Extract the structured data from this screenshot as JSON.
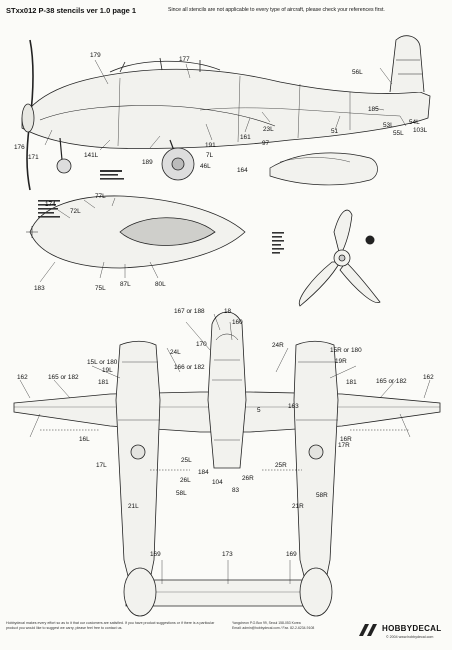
{
  "header": {
    "title": "STxx012 P-38 stencils ver 1.0 page 1",
    "note": "Since all stencils are not applicable to every type of aircraft, please check your references first."
  },
  "callouts": {
    "c179": "179",
    "c177": "177",
    "c56L": "56L",
    "c185": "185",
    "c53L": "53L",
    "c54L": "54L",
    "c103L": "103L",
    "c55L": "55L",
    "c23L": "23L",
    "c51": "51",
    "c161": "161",
    "c191": "191",
    "c97": "97",
    "c176": "176",
    "c171": "171",
    "c141L": "141L",
    "c189": "189",
    "c7L": "7L",
    "c46L": "46L",
    "c164": "164",
    "c77L": "77L",
    "c174": "174",
    "c72L": "72L",
    "c183": "183",
    "c75L": "75L",
    "c87L": "87L",
    "c80L": "80L",
    "c167or188": "167 or 188",
    "c18": "18",
    "c160": "160",
    "c170": "170",
    "c24L": "24L",
    "c24R": "24R",
    "c15Lor180": "15L or 180",
    "c15Ror180": "15R or 180",
    "c166or182": "166 or 182",
    "c162a": "162",
    "c162b": "162",
    "c165or182a": "165 or 182",
    "c165or182b": "165 or 182",
    "c19L": "19L",
    "c19R": "19R",
    "c181a": "181",
    "c181b": "181",
    "c5": "5",
    "c163": "163",
    "c16L": "16L",
    "c16R": "16R",
    "c17L": "17L",
    "c17R": "17R",
    "c25L": "25L",
    "c25R": "25R",
    "c184": "184",
    "c26L": "26L",
    "c104": "104",
    "c26R": "26R",
    "c83": "83",
    "c58L": "58L",
    "c58R": "58R",
    "c21L": "21L",
    "c21R": "21R",
    "c169a": "169",
    "c173": "173",
    "c169b": "169"
  },
  "footer": {
    "left_text": "Hobbydecal makes every effort so as to it that our customers are satisfied. If you have product suggestions or if there is a particular product you would like to suggest we carry, please feel free to contact us.",
    "address": "Yangcheon P.O.Box 99, Seoul 158-053 Korea",
    "contact": "Email: admin@hobbydecal.com / Fax. 82-2-6234-9108",
    "brand": "HOBBYDECAL",
    "copyright": "© 2004 www.hobbydecal.com"
  },
  "icons": {
    "brand_logo": "hobbydecal-logo-icon"
  }
}
